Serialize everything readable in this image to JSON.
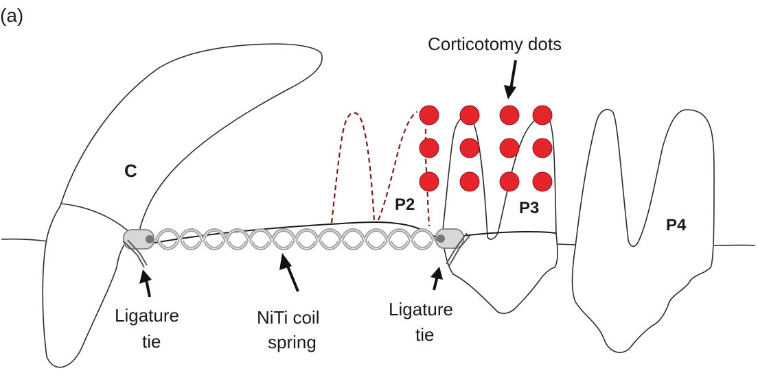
{
  "figure": {
    "panel_label": "(a)",
    "teeth": {
      "canine": "C",
      "p2": "P2",
      "p3": "P3",
      "p4": "P4"
    },
    "annotations": {
      "corticotomy": "Corticotomy dots",
      "ligature_left_line1": "Ligature",
      "ligature_left_line2": "tie",
      "coil_line1": "NiTi coil",
      "coil_line2": "spring",
      "ligature_right_line1": "Ligature",
      "ligature_right_line2": "tie"
    },
    "corticotomy_dots": {
      "rows": 3,
      "columns": 4,
      "count": 12
    },
    "colors": {
      "dot_fill": "#e5242b",
      "dashed_outline": "#7a1a1a",
      "outline": "#2a2a2a",
      "coil": "#9a9a9a"
    }
  }
}
